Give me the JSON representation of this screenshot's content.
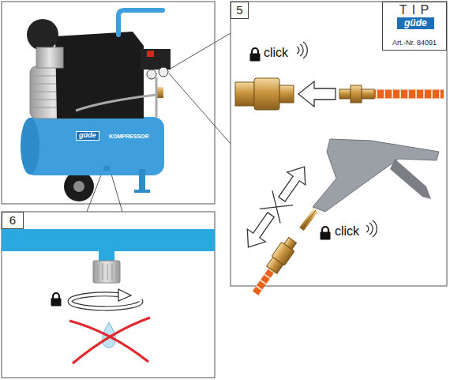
{
  "diagram": {
    "nodes": [
      {
        "text": [
          "5"
        ]
      },
      {
        "text": [
          "T I P",
          "Art.-Nr. 84091"
        ]
      },
      {
        "text": [
          "6"
        ]
      }
    ],
    "labels": [
      "click",
      "click",
      "güde",
      "KOMPRESSOR",
      "güde"
    ]
  }
}
